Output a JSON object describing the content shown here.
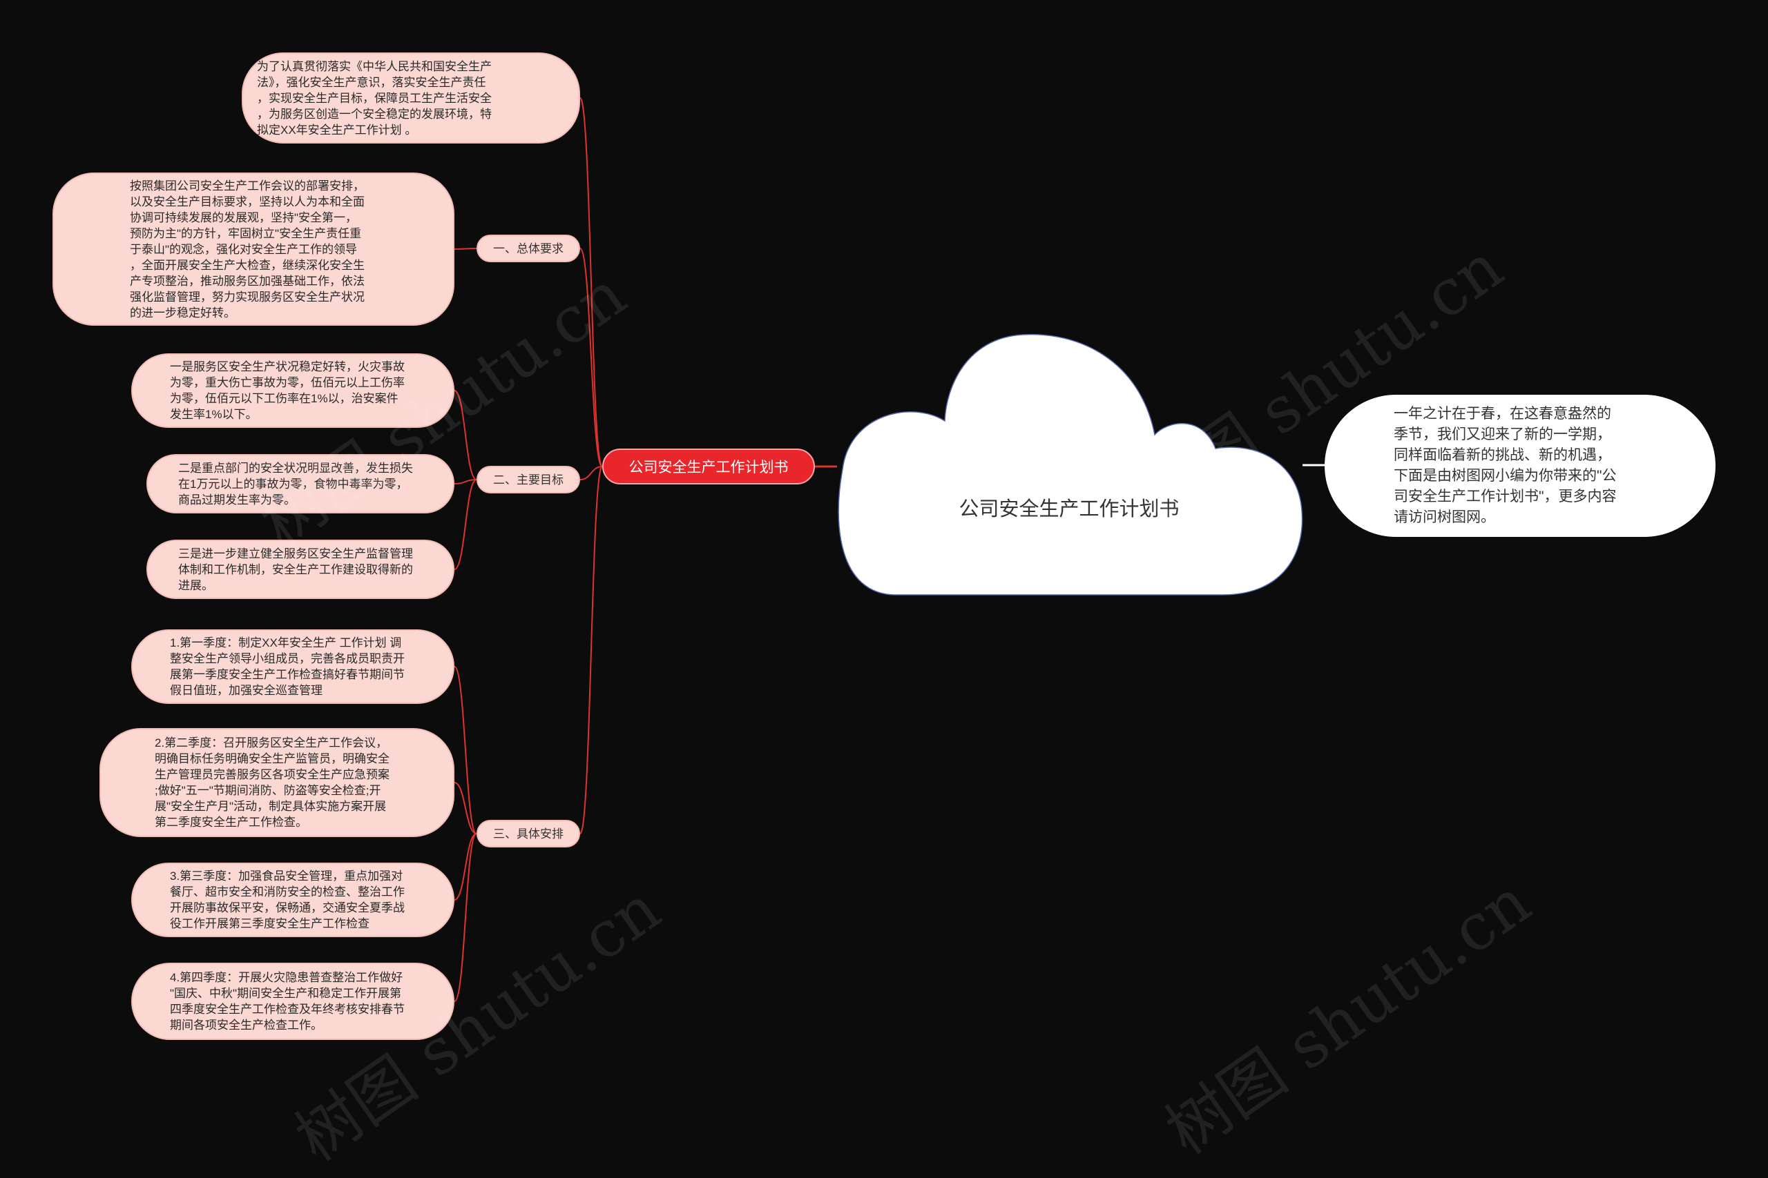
{
  "root": {
    "label": "公司安全生产工作计划书"
  },
  "center": {
    "title": "公司安全生产工作计划书"
  },
  "intro": {
    "text": "一年之计在于春，在这春意盎然的\n季节，我们又迎来了新的一学期，\n同样面临着新的挑战、新的机遇，\n下面是由树图网小编为你带来的\"公\n司安全生产工作计划书\"，更多内容\n请访问树图网。"
  },
  "top_leaf": {
    "text": "为了认真贯彻落实《中华人民共和国安全生产\n法》，强化安全生产意识，落实安全生产责任\n，实现安全生产目标，保障员工生产生活安全\n，为服务区创造一个安全稳定的发展环境，特\n拟定XX年安全生产工作计划 。"
  },
  "branches": [
    {
      "label": "一、总体要求",
      "leaves": [
        "按照集团公司安全生产工作会议的部署安排，\n以及安全生产目标要求，坚持以人为本和全面\n协调可持续发展的发展观，坚持\"安全第一，\n预防为主\"的方针，牢固树立\"安全生产责任重\n于泰山\"的观念，强化对安全生产工作的领导\n，全面开展安全生产大检查，继续深化安全生\n产专项整治，推动服务区加强基础工作，依法\n强化监督管理，努力实现服务区安全生产状况\n的进一步稳定好转。"
      ]
    },
    {
      "label": "二、主要目标",
      "leaves": [
        "一是服务区安全生产状况稳定好转，火灾事故\n为零，重大伤亡事故为零，伍佰元以上工伤率\n为零，伍佰元以下工伤率在1%以，治安案件\n发生率1%以下。",
        "二是重点部门的安全状况明显改善，发生损失\n在1万元以上的事故为零，食物中毒率为零，\n商品过期发生率为零。",
        "三是进一步建立健全服务区安全生产监督管理\n体制和工作机制，安全生产工作建设取得新的\n进展。"
      ]
    },
    {
      "label": "三、具体安排",
      "leaves": [
        "1.第一季度：制定XX年安全生产 工作计划 调\n整安全生产领导小组成员，完善各成员职责开\n展第一季度安全生产工作检查搞好春节期间节\n假日值班，加强安全巡查管理",
        "2.第二季度：召开服务区安全生产工作会议，\n明确目标任务明确安全生产监管员，明确安全\n生产管理员完善服务区各项安全生产应急预案\n;做好\"五一\"节期间消防、防盗等安全检查;开\n展\"安全生产月\"活动，制定具体实施方案开展\n第二季度安全生产工作检查。",
        "3.第三季度：加强食品安全管理，重点加强对\n餐厅、超市安全和消防安全的检查、整治工作\n开展防事故保平安，保畅通，交通安全夏季战\n役工作开展第三季度安全生产工作检查",
        "4.第四季度：开展火灾隐患普查整治工作做好\n\"国庆、中秋\"期间安全生产和稳定工作开展第\n四季度安全生产工作检查及年终考核安排春节\n期间各项安全生产检查工作。"
      ]
    }
  ],
  "watermark": {
    "text": "树图 shutu.cn"
  },
  "colors": {
    "background": "#0c0c0c",
    "leaf_fill": "#fcd8d3",
    "root_fill": "#e8262b",
    "line": "#e0332f",
    "cloud": "#ffffff"
  }
}
